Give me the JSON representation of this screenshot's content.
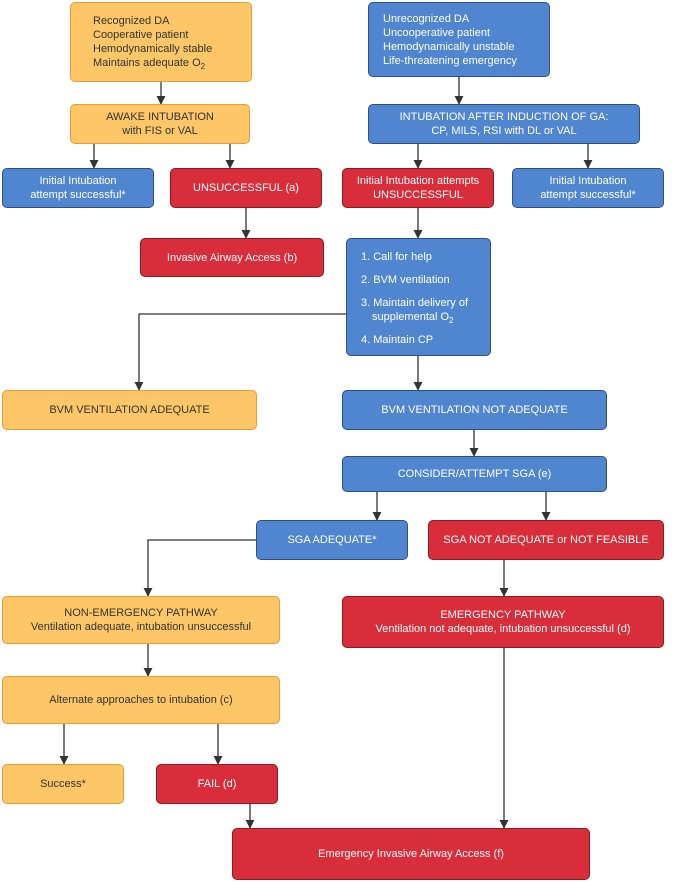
{
  "nodes": {
    "recognized": {
      "lines": [
        "Recognized DA",
        "Cooperative patient",
        "Hemodynamically stable",
        "Maintains adequate O"
      ],
      "last_sub": "2"
    },
    "unrecognized": {
      "lines": [
        "Unrecognized DA",
        "Uncooperative patient",
        "Hemodynamically unstable",
        "Life-threatening emergency"
      ]
    },
    "awake": {
      "line1": "AWAKE INTUBATION",
      "line2": "with FIS or VAL"
    },
    "induction": {
      "line1": "INTUBATION AFTER INDUCTION OF GA:",
      "line2": "CP, MILS, RSI with DL or VAL"
    },
    "success_left": {
      "line1": "Initial Intubation",
      "line2": "attempt successful*"
    },
    "unsuccessful_a": {
      "label": "UNSUCCESSFUL (a)"
    },
    "initial_unsuccessful": {
      "line1": "Initial Intubation attempts",
      "line2": "UNSUCCESSFUL"
    },
    "success_right": {
      "line1": "Initial Intubation",
      "line2": "attempt successful*"
    },
    "invasive_b": {
      "label": "Invasive Airway Access (b)"
    },
    "steps": {
      "items": [
        "1. Call for help",
        "2. BVM ventilation",
        "3. Maintain delivery of",
        "4. Maintain CP"
      ],
      "item3_line2": "supplemental O",
      "item3_sub": "2"
    },
    "bvm_adequate": {
      "label": "BVM VENTILATION ADEQUATE"
    },
    "bvm_not_adequate": {
      "label": "BVM VENTILATION NOT ADEQUATE"
    },
    "consider_sga": {
      "label": "CONSIDER/ATTEMPT SGA (e)"
    },
    "sga_adequate": {
      "label": "SGA ADEQUATE*"
    },
    "sga_not_adequate": {
      "label": "SGA NOT ADEQUATE or NOT FEASIBLE"
    },
    "non_emergency": {
      "line1": "NON-EMERGENCY PATHWAY",
      "line2": "Ventilation adequate, intubation unsuccessful"
    },
    "emergency": {
      "line1": "EMERGENCY PATHWAY",
      "line2": "Ventilation not adequate, intubation unsuccessful (d)"
    },
    "alternate": {
      "label": "Alternate approaches to intubation (c)"
    },
    "success_bottom": {
      "label": "Success*"
    },
    "fail_d": {
      "label": "FAIL (d)"
    },
    "emergency_invasive": {
      "label": "Emergency Invasive Airway Access (f)"
    }
  },
  "colors": {
    "yellow_fill": "#fdc666",
    "yellow_border": "#f29a2e",
    "blue_fill": "#4f86cf",
    "blue_border": "#2c4f8a",
    "red_fill": "#d92d3a",
    "red_border": "#8f1a22",
    "connector": "#333333"
  },
  "edges": [
    [
      "recognized",
      "awake"
    ],
    [
      "unrecognized",
      "induction"
    ],
    [
      "awake",
      "success-left"
    ],
    [
      "awake",
      "unsuccessful-a"
    ],
    [
      "unsuccessful-a",
      "invasive-b"
    ],
    [
      "induction",
      "initial-unsuccessful"
    ],
    [
      "induction",
      "success-right"
    ],
    [
      "initial-unsuccessful",
      "steps"
    ],
    [
      "steps",
      "bvm-adequate"
    ],
    [
      "steps",
      "bvm-not-adequate"
    ],
    [
      "bvm-not-adequate",
      "consider-sga"
    ],
    [
      "consider-sga",
      "sga-adequate"
    ],
    [
      "consider-sga",
      "sga-not-adequate"
    ],
    [
      "sga-adequate",
      "non-emergency"
    ],
    [
      "sga-not-adequate",
      "emergency"
    ],
    [
      "non-emergency",
      "alternate"
    ],
    [
      "alternate",
      "success-bottom"
    ],
    [
      "alternate",
      "fail-d"
    ],
    [
      "fail-d",
      "emergency-invasive"
    ],
    [
      "emergency",
      "emergency-invasive"
    ]
  ]
}
